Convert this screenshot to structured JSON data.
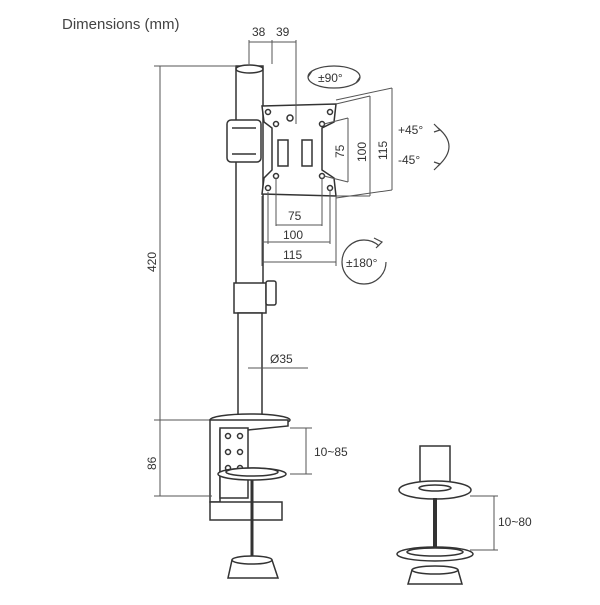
{
  "title": "Dimensions (mm)",
  "labels": {
    "top_38": "38",
    "top_39": "39",
    "swivel": "±90°",
    "tilt_up": "+45°",
    "tilt_down": "-45°",
    "vesa_h_75": "75",
    "vesa_h_100": "100",
    "vesa_h_115": "115",
    "vesa_v_75": "75",
    "vesa_v_100": "100",
    "vesa_v_115": "115",
    "rotate": "±180°",
    "height_pole": "420",
    "pole_diameter": "Ø35",
    "clamp_height": "86",
    "clamp_range": "10~85",
    "grommet_range": "10~80"
  },
  "colors": {
    "line": "#333333",
    "dim_line": "#555555",
    "fill": "#ffffff"
  }
}
